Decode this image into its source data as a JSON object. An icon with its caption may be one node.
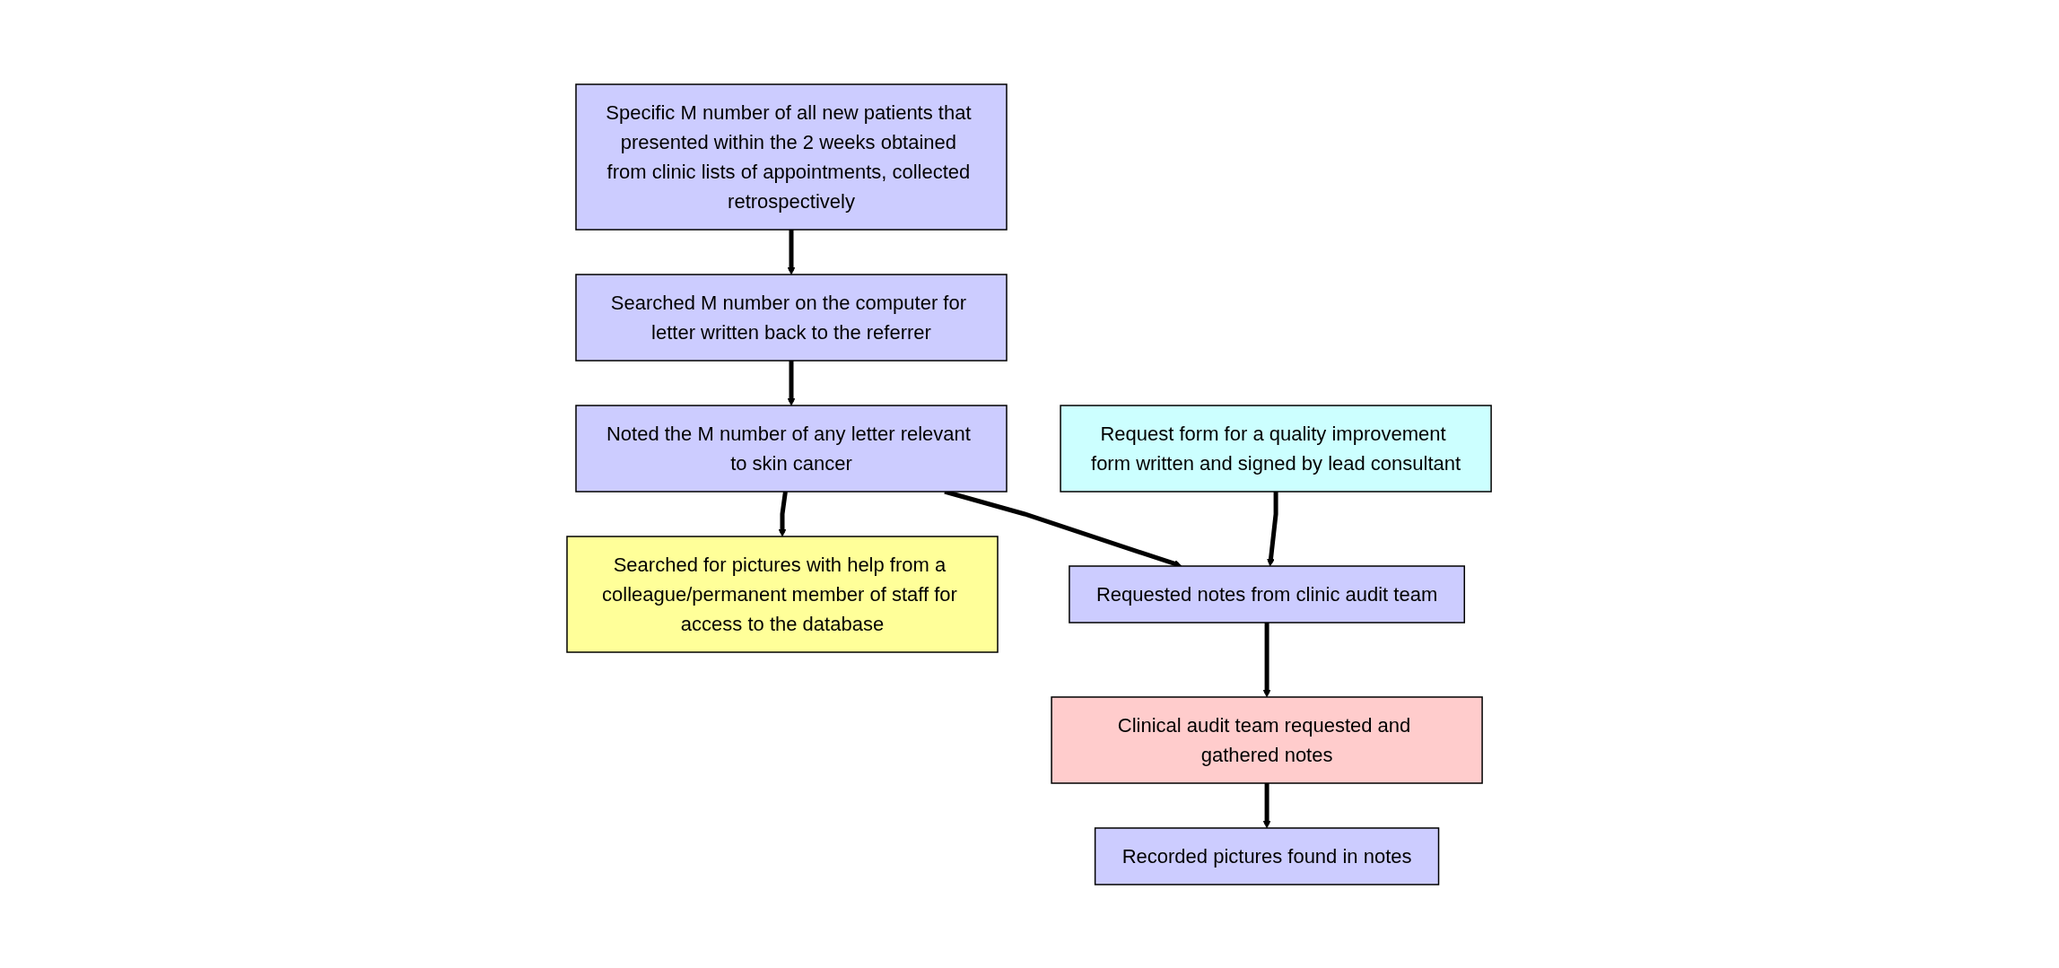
{
  "diagram": {
    "nodes": [
      {
        "text": [
          "Specific M number of all new patients that presented within the 2 weeks obtained from clinic lists of appointments, collected retrospectively"
        ]
      },
      {
        "text": [
          "Searched M number on the computer for letter written back to the referrer"
        ]
      },
      {
        "text": [
          "Noted the M number of any letter relevant to skin cancer"
        ]
      },
      {
        "text": [
          "Searched for pictures with help from a colleague/permanent member of staff for access to the database"
        ]
      },
      {
        "text": [
          "Request form for a quality improvement form written and signed by lead consultant"
        ]
      },
      {
        "text": [
          "Requested notes from clinic audit team"
        ]
      },
      {
        "text": [
          "Clinical audit team requested and gathered notes"
        ]
      },
      {
        "text": [
          "Recorded pictures found in notes"
        ]
      }
    ],
    "edges": [
      {
        "from": 0,
        "to": 1,
        "arrow": "to"
      },
      {
        "from": 1,
        "to": 2,
        "arrow": "to"
      },
      {
        "from": 2,
        "to": 3,
        "arrow": "to"
      },
      {
        "from": 2,
        "to": 5,
        "arrow": "to"
      },
      {
        "from": 4,
        "to": 5,
        "arrow": "to"
      },
      {
        "from": 5,
        "to": 6,
        "arrow": "to"
      },
      {
        "from": 6,
        "to": 7,
        "arrow": "to"
      }
    ]
  }
}
